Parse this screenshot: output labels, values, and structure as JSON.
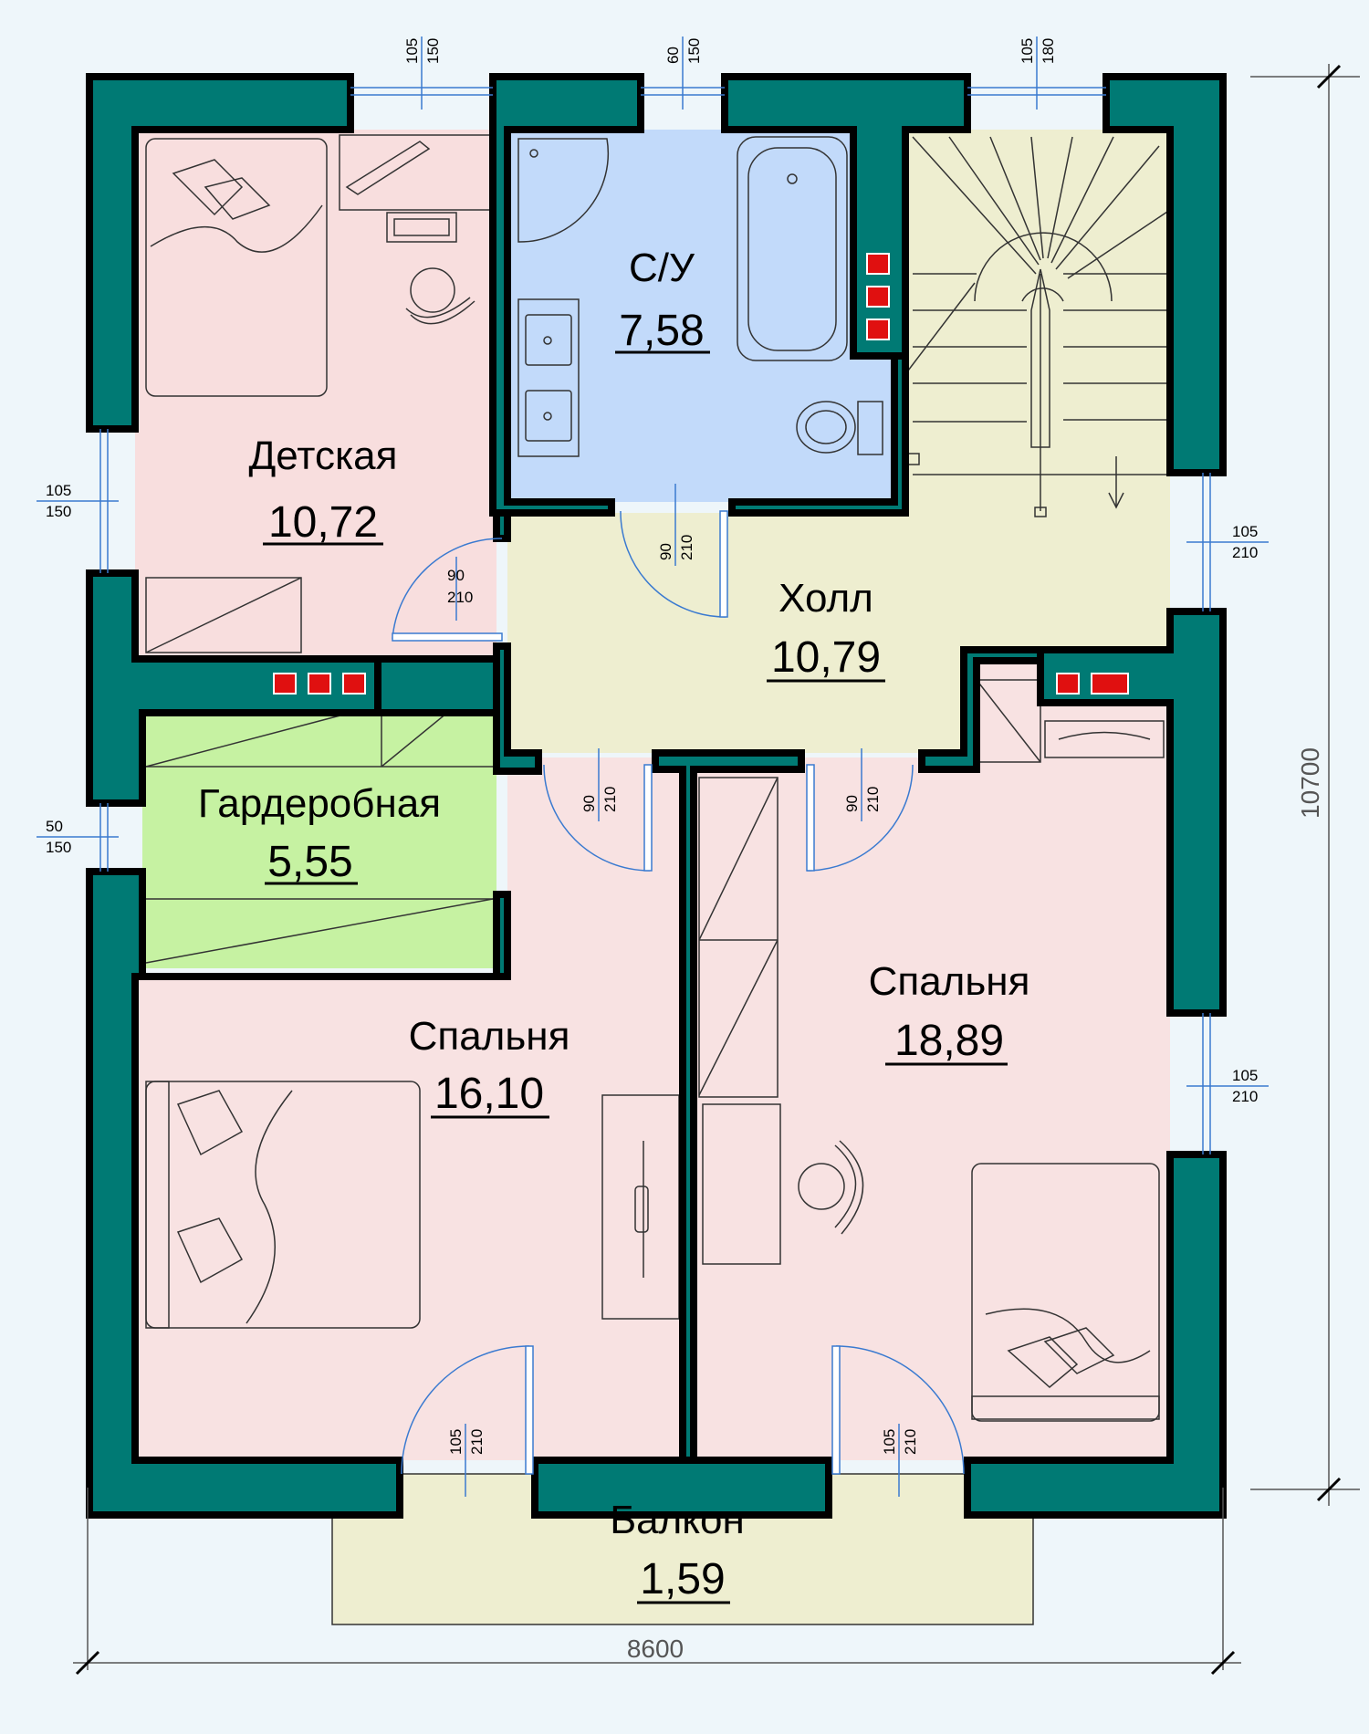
{
  "rooms": {
    "kids": {
      "name": "Детская",
      "area": "10,72",
      "color": "#f8dede"
    },
    "bath": {
      "name": "С/У",
      "area": "7,58",
      "color": "#c2dafa"
    },
    "hall": {
      "name": "Холл",
      "area": "10,79",
      "color": "#eeeed0"
    },
    "wardrobe": {
      "name": "Гардеробная",
      "area": "5,55",
      "color": "#c6f2a2"
    },
    "bedroom_left": {
      "name": "Спальня",
      "area": "16,10",
      "color": "#f8e2e2"
    },
    "bedroom_right": {
      "name": "Спальня",
      "area": "18,89",
      "color": "#f8e2e2"
    },
    "balcony": {
      "name": "Балкон",
      "area": "1,59",
      "color": "#eeeed0"
    },
    "stairs": {
      "color": "#eeeed0"
    }
  },
  "dimensions": {
    "total_width": "8600",
    "total_height": "10700",
    "win_top_1": [
      "105",
      "150"
    ],
    "win_top_2": [
      "60",
      "150"
    ],
    "win_top_3": [
      "105",
      "180"
    ],
    "win_left_1": [
      "105",
      "150"
    ],
    "win_left_2": [
      "50",
      "150"
    ],
    "win_right_1": [
      "105",
      "210"
    ],
    "win_right_2": [
      "105",
      "210"
    ],
    "door_kids": [
      "90",
      "210"
    ],
    "door_bath": [
      "90",
      "210"
    ],
    "door_bed_left": [
      "90",
      "210"
    ],
    "door_bed_right": [
      "90",
      "210"
    ],
    "door_balcony_left": [
      "105",
      "210"
    ],
    "door_balcony_right": [
      "105",
      "210"
    ]
  },
  "colors": {
    "wall": "#007a74",
    "background": "#eef6fa",
    "vent": "#e01010"
  }
}
